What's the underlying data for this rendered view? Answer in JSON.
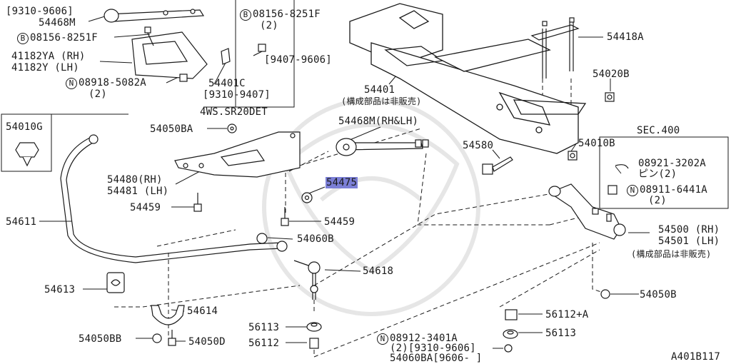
{
  "diagram_id": "A401B117",
  "labels": {
    "l_9310_9606": "[9310-9606]",
    "l_54468m_top": "54468M",
    "l_08156_left_code": "08156-8251F",
    "l_41182ya": "41182YA (RH)",
    "l_41182y": "41182Y  (LH)",
    "l_08918": "08918-5082A",
    "l_08918_qty": "(2)",
    "l_08156_box_code": "08156-8251F",
    "l_08156_box_qty": "(2)",
    "l_9407_9606": "[9407-9606]",
    "l_54401c": "54401C",
    "l_9310_9407": "[9310-9407]",
    "l_4ws": "4WS.SR20DET",
    "l_54010g": "54010G",
    "l_54050ba": "54050BA",
    "l_54468m_rh": "54468M(RH&LH)",
    "l_54480": "54480(RH)",
    "l_54481": "54481 (LH)",
    "l_54459_a": "54459",
    "l_54475": "54475",
    "l_54459_b": "54459",
    "l_54611": "54611",
    "l_54060b": "54060B",
    "l_54618": "54618",
    "l_54613": "54613",
    "l_54614": "54614",
    "l_54050bb": "54050BB",
    "l_54050d": "54050D",
    "l_56113_l": "56113",
    "l_56112_l": "56112",
    "l_08912": "08912-3401A",
    "l_08912_sub": "(2)[9310-9606]",
    "l_54060ba": "54060BA[9606-     ]",
    "l_54401": "54401",
    "l_54401_note": "(構成部品は非販売)",
    "l_54418a": "54418A",
    "l_54020b": "54020B",
    "l_54580": "54580",
    "l_54010b": "54010B",
    "l_sec400": "SEC.400",
    "l_08921": "08921-3202A",
    "l_pin": "ピン(2)",
    "l_08911": "08911-6441A",
    "l_08911_qty": "(2)",
    "l_54500": "54500 (RH)",
    "l_54501": "54501 (LH)",
    "l_54500_note": "(構成部品は非販売)",
    "l_54050b": "54050B",
    "l_56112a": "56112+A",
    "l_56113_r": "56113"
  },
  "markers": {
    "bolt_prefix": "B",
    "nut_prefix": "N"
  },
  "colors": {
    "ink": "#1a1a1a",
    "highlight": "#7b7fd6",
    "watermark": "#e6e6e6"
  }
}
